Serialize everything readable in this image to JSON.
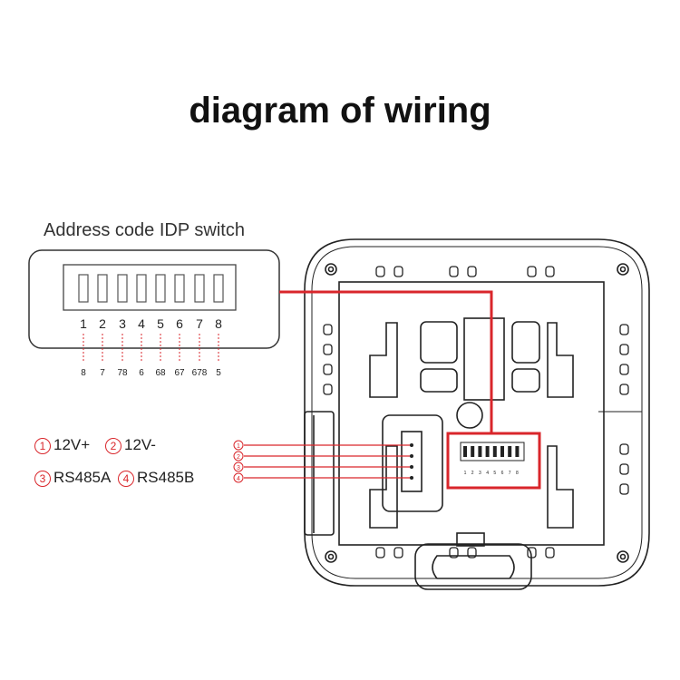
{
  "title": "diagram of wiring",
  "idp_switch": {
    "label": "Address code IDP switch",
    "positions": [
      "1",
      "2",
      "3",
      "4",
      "5",
      "6",
      "7",
      "8"
    ],
    "codes": [
      "8",
      "7",
      "78",
      "6",
      "68",
      "67",
      "678",
      "5"
    ],
    "board_numbers": [
      "1",
      "2",
      "3",
      "4",
      "5",
      "6",
      "7",
      "8"
    ]
  },
  "terminals": {
    "markers": [
      "1",
      "2",
      "3",
      "4"
    ],
    "legend": [
      {
        "num": "1",
        "label": "12V+"
      },
      {
        "num": "2",
        "label": "12V-"
      },
      {
        "num": "3",
        "label": "RS485A"
      },
      {
        "num": "4",
        "label": "RS485B"
      }
    ]
  },
  "colors": {
    "accent": "#d9262b",
    "line": "#222222",
    "outline": "#555555"
  }
}
